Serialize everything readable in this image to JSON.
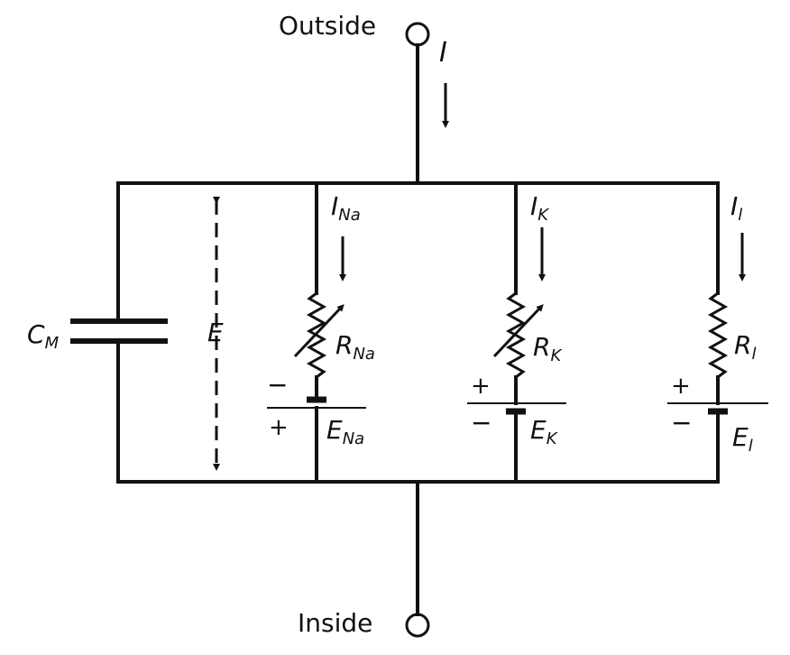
{
  "terminals": {
    "outside": "Outside",
    "inside": "Inside"
  },
  "current_total": "I",
  "capacitor": {
    "main": "C",
    "sub": "M"
  },
  "voltage": "E",
  "branches": {
    "na": {
      "current": "I",
      "current_sub": "Na",
      "resistor": "R",
      "resistor_sub": "Na",
      "battery": "E",
      "battery_sub": "Na",
      "top_sign": "−",
      "bottom_sign": "+"
    },
    "k": {
      "current": "I",
      "current_sub": "K",
      "resistor": "R",
      "resistor_sub": "K",
      "battery": "E",
      "battery_sub": "K",
      "top_sign": "+",
      "bottom_sign": "−"
    },
    "l": {
      "current": "I",
      "current_sub": "l",
      "resistor": "R",
      "resistor_sub": "l",
      "battery": "E",
      "battery_sub": "l",
      "top_sign": "+",
      "bottom_sign": "−"
    }
  }
}
